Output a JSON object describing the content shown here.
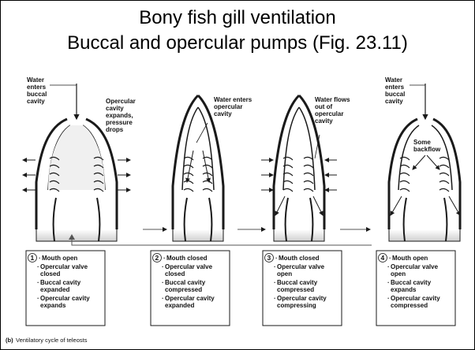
{
  "title": {
    "line1": "Bony fish gill ventilation",
    "line2": "Buccal and opercular pumps (Fig. 23.11)"
  },
  "panels": [
    {
      "labels": [
        {
          "lines": [
            "Water",
            "enters",
            "buccal",
            "cavity"
          ]
        },
        {
          "lines": [
            "Opercular",
            "cavity",
            "expands,",
            "pressure",
            "drops"
          ]
        }
      ],
      "box": {
        "number": "1",
        "lines": [
          "Mouth open",
          "Opercular valve",
          "closed",
          "Buccal cavity",
          "expanded",
          "Opercular cavity",
          "expands"
        ]
      }
    },
    {
      "labels": [
        {
          "lines": [
            "Water enters",
            "opercular",
            "cavity"
          ]
        }
      ],
      "box": {
        "number": "2",
        "lines": [
          "Mouth closed",
          "Opercular valve",
          "closed",
          "Buccal cavity",
          "compressed",
          "Opercular cavity",
          "expanded"
        ]
      }
    },
    {
      "labels": [
        {
          "lines": [
            "Water flows",
            "out of",
            "opercular",
            "cavity"
          ]
        }
      ],
      "box": {
        "number": "3",
        "lines": [
          "Mouth closed",
          "Opercular valve",
          "open",
          "Buccal cavity",
          "compressed",
          "Opercular cavity",
          "compressing"
        ]
      }
    },
    {
      "labels": [
        {
          "lines": [
            "Water",
            "enters",
            "buccal",
            "cavity"
          ]
        },
        {
          "lines": [
            "Some",
            "backflow"
          ]
        }
      ],
      "box": {
        "number": "4",
        "lines": [
          "Mouth open",
          "Opercular valve",
          "open",
          "Buccal cavity",
          "expands",
          "Opercular cavity",
          "compressed"
        ]
      }
    }
  ],
  "caption": {
    "prefix": "(b)",
    "text": "Ventilatory cycle of teleosts"
  },
  "colors": {
    "outline": "#1a1a1a",
    "fill_shade": "#d9d9d9",
    "box_fill": "#e6e6e6"
  }
}
